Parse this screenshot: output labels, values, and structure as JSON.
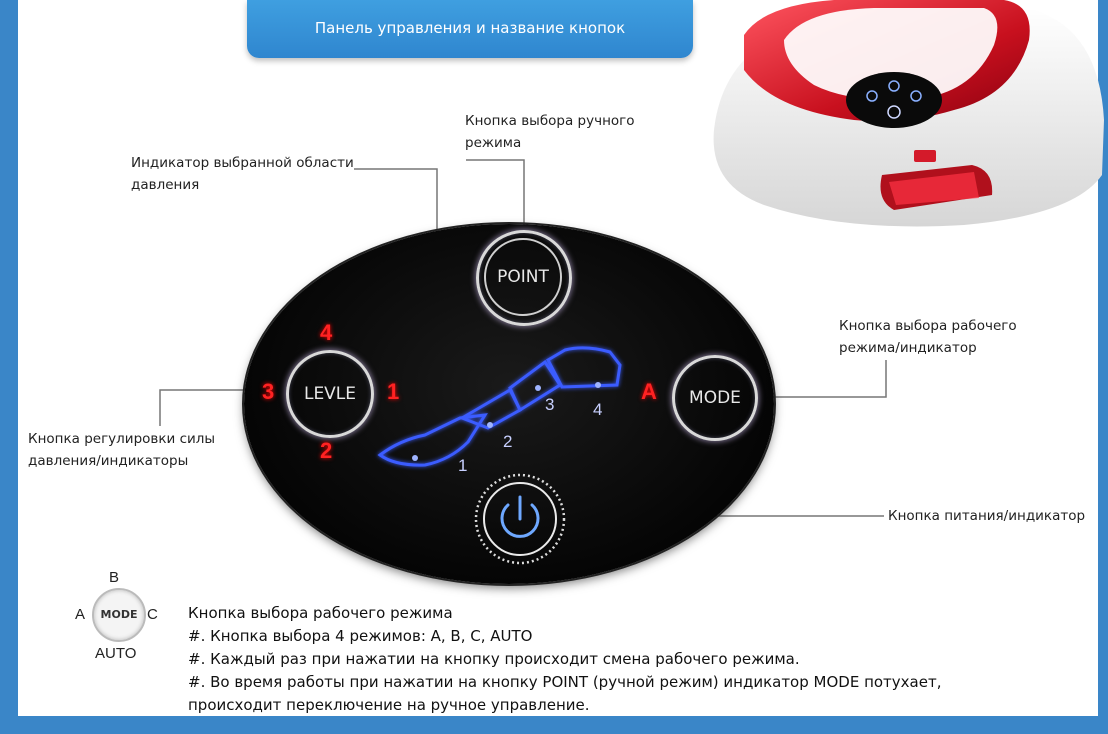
{
  "header": {
    "title": "Панель управления и название кнопок"
  },
  "labels": {
    "pressure_area_indicator": [
      "Индикатор выбранной области",
      "давления"
    ],
    "point_button": [
      "Кнопка выбора ручного",
      "режима"
    ],
    "mode_button": [
      "Кнопка выбора рабочего",
      "режима/индикатор"
    ],
    "level_button": [
      "Кнопка регулировки силы",
      "давления/индикаторы"
    ],
    "power_button": "Кнопка питания/индикатор"
  },
  "panel": {
    "point_label": "POINT",
    "level_label": "LEVLE",
    "mode_label": "MODE",
    "level_digits": {
      "top": "4",
      "left": "3",
      "right": "1",
      "bottom": "2"
    },
    "mode_indicator": "A",
    "zone_digits": [
      "1",
      "2",
      "3",
      "4"
    ]
  },
  "legend": {
    "mode_badge": "MODE",
    "modes": {
      "top": "B",
      "left": "A",
      "right": "C",
      "bottom": "AUTO"
    }
  },
  "description": {
    "lines": [
      "Кнопка выбора рабочего режима",
      "#. Кнопка выбора 4 режимов: A, B, C, AUTO",
      "#. Каждый раз при нажатии на кнопку происходит смена рабочего режима.",
      "#. Во время работы при нажатии на кнопку POINT  (ручной режим) индикатор MODE потухает,",
      "происходит переключение на ручное управление."
    ]
  },
  "colors": {
    "header_blue": "#3390d6",
    "indicator_red": "#ff2222",
    "leg_glow_blue": "#3355ff",
    "device_red": "#d41a2a"
  }
}
